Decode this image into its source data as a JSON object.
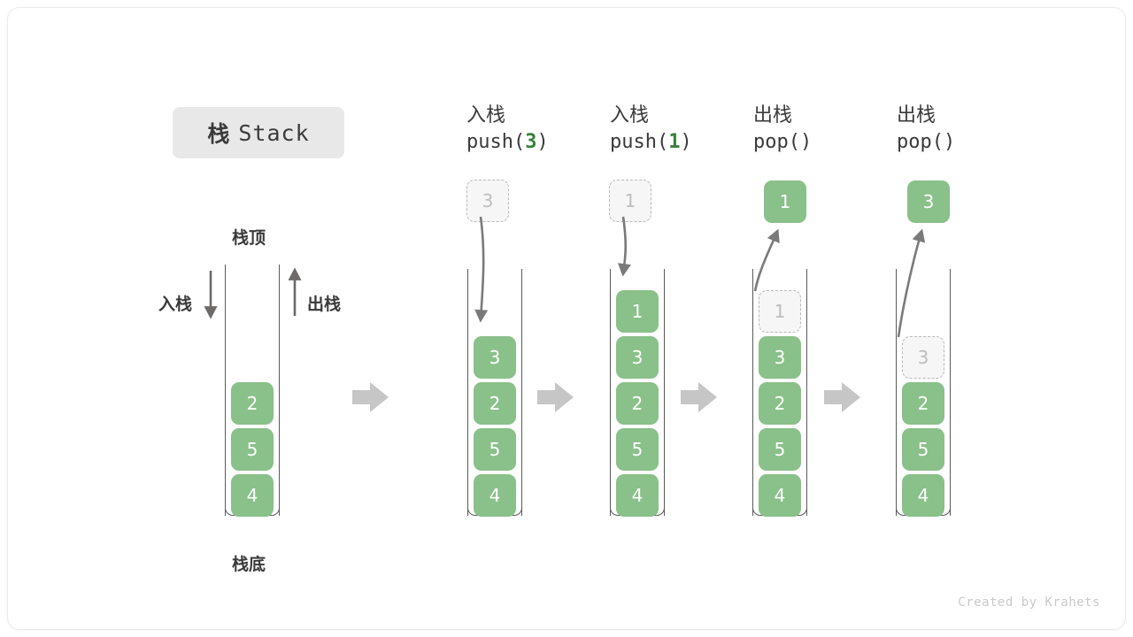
{
  "title": {
    "cn": "栈",
    "en": "Stack"
  },
  "labels": {
    "top": "栈顶",
    "bottom": "栈底",
    "push": "入栈",
    "pop": "出栈"
  },
  "credit": "Created by Krahets",
  "colors": {
    "element_fill": "#8ac08a",
    "element_text": "#ffffff",
    "ghost_fill": "#f6f6f6",
    "ghost_border": "#b8b8b8",
    "ghost_text": "#bdbdbd",
    "arrow": "#7a7a7a",
    "step_arrow": "#c6c6c6",
    "accent_green": "#37803c",
    "text": "#3a3a3a",
    "chip_bg": "#e8e8e8",
    "card_border": "#ebebeb"
  },
  "columns": [
    {
      "id": "initial",
      "head_line1": "",
      "head_line2": "",
      "head_arg": "",
      "stack": [
        "2",
        "5",
        "4"
      ],
      "floating": null,
      "ghost_in_stack": null,
      "direction": null
    },
    {
      "id": "push-3",
      "head_line1": "入栈",
      "head_line2_prefix": "push(",
      "head_arg": "3",
      "head_line2_suffix": ")",
      "stack": [
        "3",
        "2",
        "5",
        "4"
      ],
      "floating": {
        "value": "3",
        "style": "ghost"
      },
      "ghost_in_stack": null,
      "direction": "in"
    },
    {
      "id": "push-1",
      "head_line1": "入栈",
      "head_line2_prefix": "push(",
      "head_arg": "1",
      "head_line2_suffix": ")",
      "stack": [
        "1",
        "3",
        "2",
        "5",
        "4"
      ],
      "floating": {
        "value": "1",
        "style": "ghost"
      },
      "ghost_in_stack": null,
      "direction": "in"
    },
    {
      "id": "pop-1",
      "head_line1": "出栈",
      "head_line2_prefix": "pop(",
      "head_arg": "",
      "head_line2_suffix": ")",
      "stack": [
        "3",
        "2",
        "5",
        "4"
      ],
      "floating": {
        "value": "1",
        "style": "solid"
      },
      "ghost_in_stack": "1",
      "direction": "out"
    },
    {
      "id": "pop-3",
      "head_line1": "出栈",
      "head_line2_prefix": "pop(",
      "head_arg": "",
      "head_line2_suffix": ")",
      "stack": [
        "2",
        "5",
        "4"
      ],
      "floating": {
        "value": "3",
        "style": "solid"
      },
      "ghost_in_stack": "3",
      "direction": "out"
    }
  ],
  "step_arrow_count": 4
}
